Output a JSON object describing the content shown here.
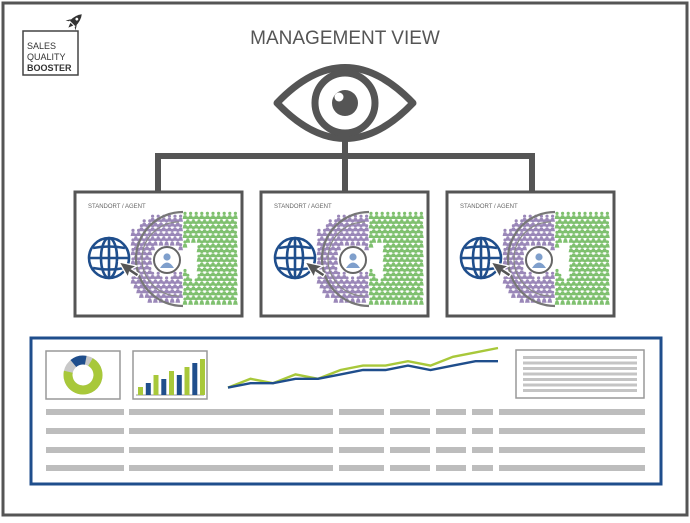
{
  "title": "MANAGEMENT VIEW",
  "logo": {
    "line1": "SALES",
    "line2": "QUALITY",
    "line3": "BOOSTER",
    "icon": "rocket-icon"
  },
  "panels": [
    {
      "label": "STANDORT / AGENT"
    },
    {
      "label": "STANDORT / AGENT"
    },
    {
      "label": "STANDORT / AGENT"
    }
  ],
  "icons": {
    "eye": "eye-icon",
    "globe": "globe-icon",
    "cursor": "cursor-arrow-icon",
    "person": "person-icon",
    "crowd": "people-crowd-icon"
  },
  "colors": {
    "frame": "#555555",
    "dashboard_border": "#1f4e8c",
    "globe_blue": "#1f4e8c",
    "crowd_purple": "#9a87b8",
    "crowd_green": "#7fc06f",
    "chart_green": "#a8c83a",
    "chart_blue": "#1f4e8c",
    "bar_gray": "#bdbdbd"
  },
  "donut": {
    "fraction": 0.7
  },
  "mini_bars": {
    "values": [
      2,
      3,
      5,
      4,
      6,
      5,
      7,
      8,
      9
    ]
  },
  "line_chart": {
    "series_a": [
      1,
      3,
      2,
      4,
      3,
      5,
      6,
      6,
      7,
      6,
      8,
      9,
      10
    ],
    "series_b": [
      1,
      2,
      2,
      3,
      3,
      4,
      5,
      5,
      6,
      5,
      6,
      7,
      7
    ]
  }
}
